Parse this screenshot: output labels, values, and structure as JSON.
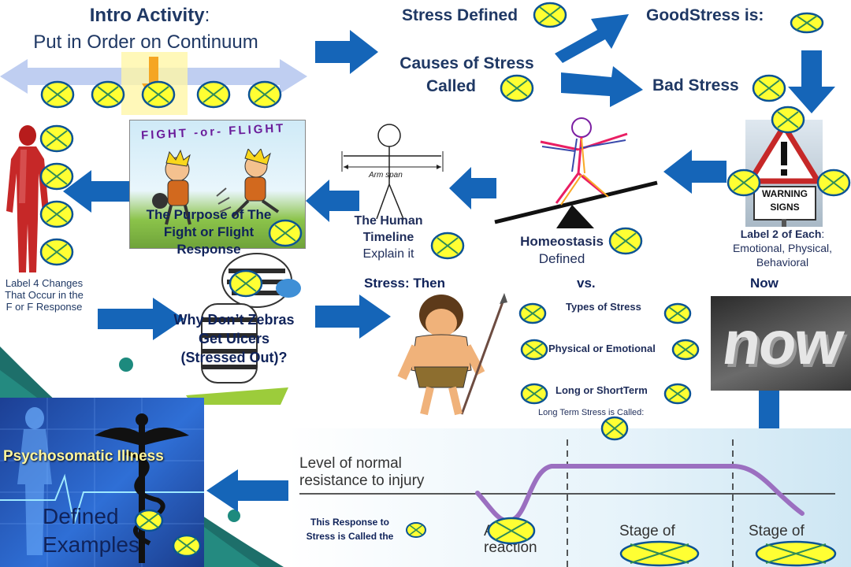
{
  "intro": {
    "title": "Intro Activity",
    "title_suffix": ":",
    "subtitle": "Put in Order on Continuum"
  },
  "stress": {
    "defined": "Stress Defined",
    "good": "GoodStress is:",
    "causes_line1": "Causes of Stress",
    "causes_line2": "Called",
    "bad": "Bad Stress"
  },
  "fight_flight": {
    "image_caption": "FIGHT -or- FLIGHT",
    "purpose": "The Purpose of The Fight or Flight Response"
  },
  "human_timeline": {
    "arm_span": "Arm span",
    "title_line1": "The Human",
    "title_line2": "Timeline",
    "explain": "Explain it"
  },
  "homeostasis": {
    "title": "Homeostasis",
    "defined": "Defined"
  },
  "warning": {
    "sign_line1": "WARNING",
    "sign_line2": "SIGNS",
    "label_bold": "Label 2 of Each",
    "label_rest": ": Emotional, Physical, Behavioral"
  },
  "body": {
    "label": "Label 4 Changes That Occur in the F or F Response"
  },
  "zebras": {
    "question": "Why Don’t Zebras Get Ulcers (Stressed Out)?"
  },
  "then_now": {
    "then": "Stress: Then",
    "vs": "vs.",
    "now": "Now",
    "now_image_text": "now"
  },
  "types": {
    "types_of_stress": "Types of Stress",
    "physical_emotional": "Physical or Emotional",
    "long_short": "Long or ShortTerm",
    "long_term_called": "Long Term Stress is Called:"
  },
  "gas_chart": {
    "normal_line1": "Level of normal",
    "normal_line2": "resistance to injury",
    "response_line1": "This Response to",
    "response_line2": "Stress is  Called the",
    "alarm": "A",
    "reaction": "reaction",
    "stage1": "Stage of",
    "stage2": "Stage of"
  },
  "psychosomatic": {
    "banner": "Psychosomatic Illness",
    "defined": "Defined",
    "examples": "Examples"
  },
  "colors": {
    "arrow": "#1565b8",
    "title_text": "#1f3864",
    "marker_fill": "#ffff33",
    "marker_stroke": "#0b5394",
    "marker_x": "#2e8b57"
  }
}
